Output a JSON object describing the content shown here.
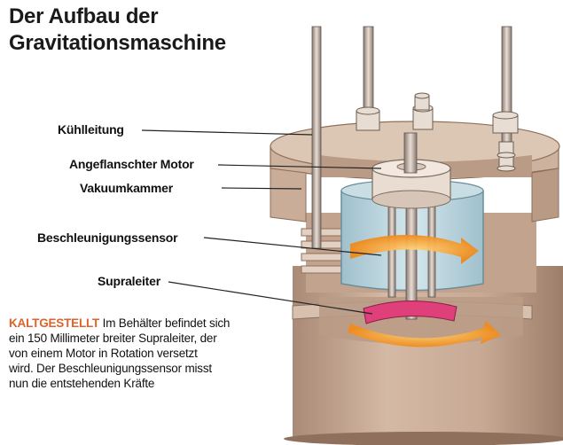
{
  "title_line1": "Der Aufbau der",
  "title_line2": "Gravitationsmaschine",
  "labels": {
    "kuehlleitung": "Kühlleitung",
    "motor": "Angeflanschter Motor",
    "vakuumkammer": "Vakuumkammer",
    "sensor": "Beschleunigungssensor",
    "supraleiter": "Supraleiter"
  },
  "caption": {
    "keyword": "KALTGESTELLT",
    "line1": " Im Behälter befindet sich",
    "line2": "ein 150 Millimeter breiter Supraleiter, der",
    "line3": "von einem Motor in Rotation versetzt",
    "line4": "wird. Der Beschleunigungssensor misst",
    "line5": "nun die entstehenden Kräfte"
  },
  "colors": {
    "housing": "#c8ab96",
    "housing_dark": "#a88a74",
    "chamber": "#b9d3dc",
    "rotation_arrow": "#f0a030",
    "superconductor": "#e0407a",
    "keyword": "#e0622a"
  }
}
